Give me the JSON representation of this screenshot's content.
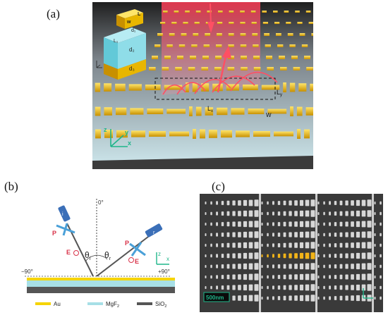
{
  "panels": {
    "a": {
      "label": "(a)",
      "inset_labels": {
        "w": "w",
        "L": "L",
        "d1": "d₁",
        "L1": "L₁",
        "d2": "d₂",
        "d3": "d₃"
      },
      "labels": {
        "Ly": "L",
        "Ly_sub": "y",
        "Lx": "L",
        "Lx_sub": "x",
        "W": "W"
      },
      "axes": {
        "z": "z",
        "y": "y",
        "x": "x"
      }
    },
    "b": {
      "label": "(b)",
      "angle_zero": "0°",
      "angle_left": "−90°",
      "angle_right": "+90°",
      "theta_i": "θ",
      "theta_i_sub": "i",
      "theta_r": "θ",
      "theta_r_sub": "r",
      "p_left": "P",
      "e_left": "E",
      "p_right": "P",
      "e_right": "E",
      "source_left": "i",
      "source_right": "r",
      "axes": {
        "z": "z",
        "x": "x"
      },
      "legend": [
        {
          "label": "Au",
          "color": "#f5d400"
        },
        {
          "label": "MgF",
          "sub": "2",
          "color": "#a7dfe6"
        },
        {
          "label": "SiO",
          "sub": "2",
          "color": "#555555"
        }
      ]
    },
    "c": {
      "label": "(c)",
      "scale_bar": "500nm"
    }
  },
  "colors": {
    "gold": "#e0b000",
    "gold_light": "#ffd84a",
    "substrate": "#a9dde4",
    "beam": "#ff5d6e",
    "axis_green": "#1fb58a"
  }
}
